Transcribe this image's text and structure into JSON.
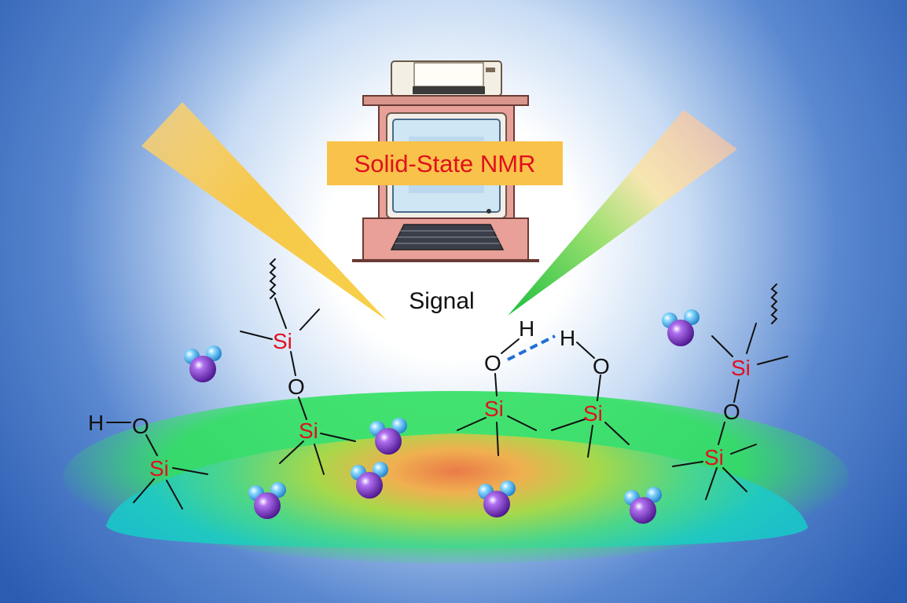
{
  "labels": {
    "instrument": "Solid-State NMR",
    "signal": "Signal",
    "silicon": "Si",
    "oxygen": "O",
    "hydrogen": "H"
  },
  "colors": {
    "background_edge": "#2f64b8",
    "background_center": "#ffffff",
    "label_box": "#f9c24a",
    "label_text": "#e0101c",
    "atom_red": "#e01020",
    "hydrogen_bond": "#1e6fd8",
    "surface_core": "#e88a4a",
    "surface_mid": "#9fd24a",
    "surface_edge": "#22c6c0",
    "water_oxygen": "#8a34d6",
    "water_hydrogen": "#6fd2ff",
    "beam_left": "#f7c84c",
    "beam_right": "#2dbf4a"
  },
  "icons": [
    "computer-icon",
    "printer-icon",
    "keyboard-icon",
    "water-molecule-icon"
  ]
}
